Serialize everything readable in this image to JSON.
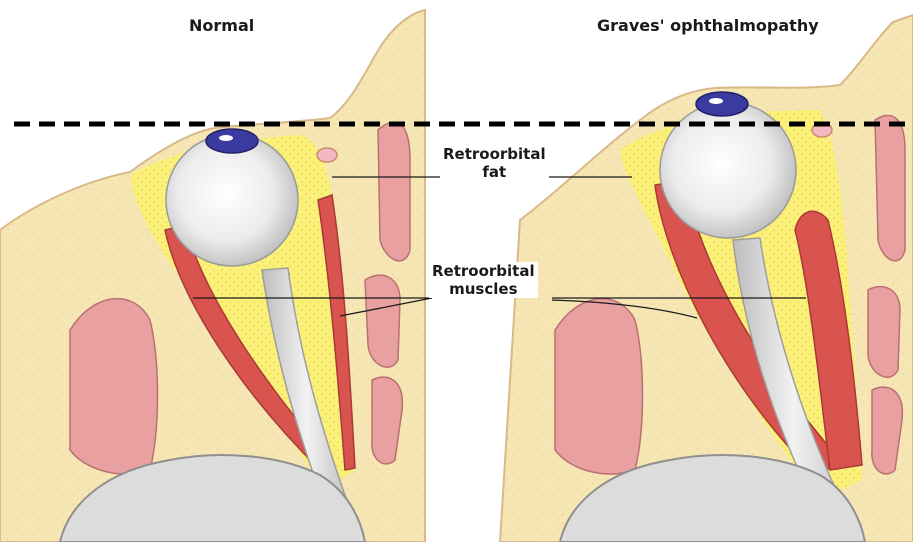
{
  "panels": {
    "left_title": "Normal",
    "right_title": "Graves' ophthalmopathy"
  },
  "labels": {
    "fat_line1": "Retroorbital",
    "fat_line2": "fat",
    "muscle_line1": "Retroorbital",
    "muscle_line2": "muscles"
  },
  "colors": {
    "bone": "#f6e6b4",
    "fat": "#fbf07a",
    "muscle": "#d9534f",
    "muscle_light": "#ec8f8a",
    "sinus": "#e8a0a0",
    "globe": "#e4e4e4",
    "iris": "#3a3aa0",
    "brain": "#dcdcdc",
    "outline": "#c98b6a",
    "reference_line": "#000000"
  }
}
